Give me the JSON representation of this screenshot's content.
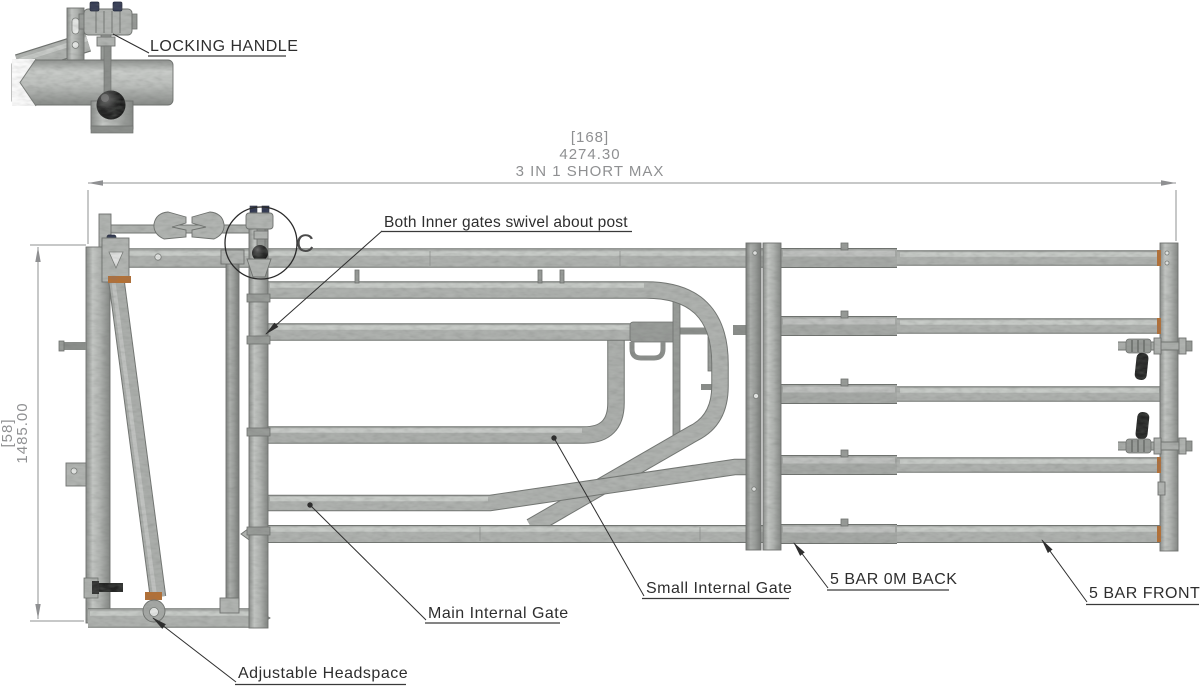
{
  "inset": {
    "label": "LOCKING HANDLE"
  },
  "detail": {
    "marker": "C"
  },
  "dimensions": {
    "top": {
      "reference": "[168]",
      "value": "4274.30",
      "note": "3 IN 1 SHORT MAX"
    },
    "left": {
      "reference": "[58]",
      "value": "1485.00"
    }
  },
  "labels": {
    "swivel_note": "Both Inner gates swivel about post",
    "main_gate": "Main Internal Gate",
    "small_gate": "Small Internal Gate",
    "five_bar_back": "5 BAR 0M BACK",
    "five_bar_front": "5 BAR FRONT",
    "headspace": "Adjustable Headspace"
  },
  "colors": {
    "steel_light": "#cdd0cd",
    "steel_mid": "#b0b3b0",
    "steel_dark": "#8b8e8b",
    "outline": "#6f726f",
    "label_text": "#2e2e2e",
    "dim_text": "#8f9092",
    "accent_rust": "#b5702f",
    "knob_black": "#141414"
  }
}
